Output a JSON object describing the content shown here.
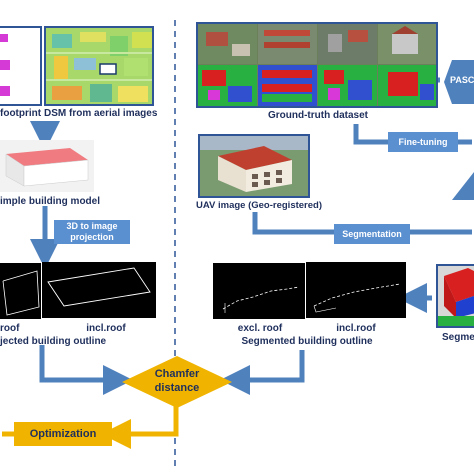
{
  "left_panel": {
    "footprint_caption": "footprint",
    "dsm_caption": "DSM from aerial images",
    "building_model_caption": "imple building model",
    "projection_label": "3D to image projection",
    "excl_roof_label": "roof",
    "incl_roof_label": "incl.roof",
    "projected_outline_caption": "jected building outline"
  },
  "right_panel": {
    "ground_truth_caption": "Ground-truth dataset",
    "pascal_label": "PASC",
    "fine_tuning_label": "Fine-tuning",
    "uav_caption": "UAV image (Geo-registered)",
    "segmentation_label": "Segmentation",
    "excl_roof_label": "excl. roof",
    "incl_roof_label": "incl.roof",
    "segmented_outline_caption": "Segmented building outline",
    "segment_caption": "Segme"
  },
  "bottom": {
    "chamfer_label": "Chamfer distance",
    "chamfer_line1": "Chamfer",
    "chamfer_line2": "distance",
    "optimization_label": "Optimization"
  },
  "colors": {
    "arrow_blue": "#4f81bd",
    "pill_blue": "#5a8fd0",
    "gold": "#f0b400",
    "caption_navy": "#1f2f5c",
    "divider": "#2f5597"
  }
}
